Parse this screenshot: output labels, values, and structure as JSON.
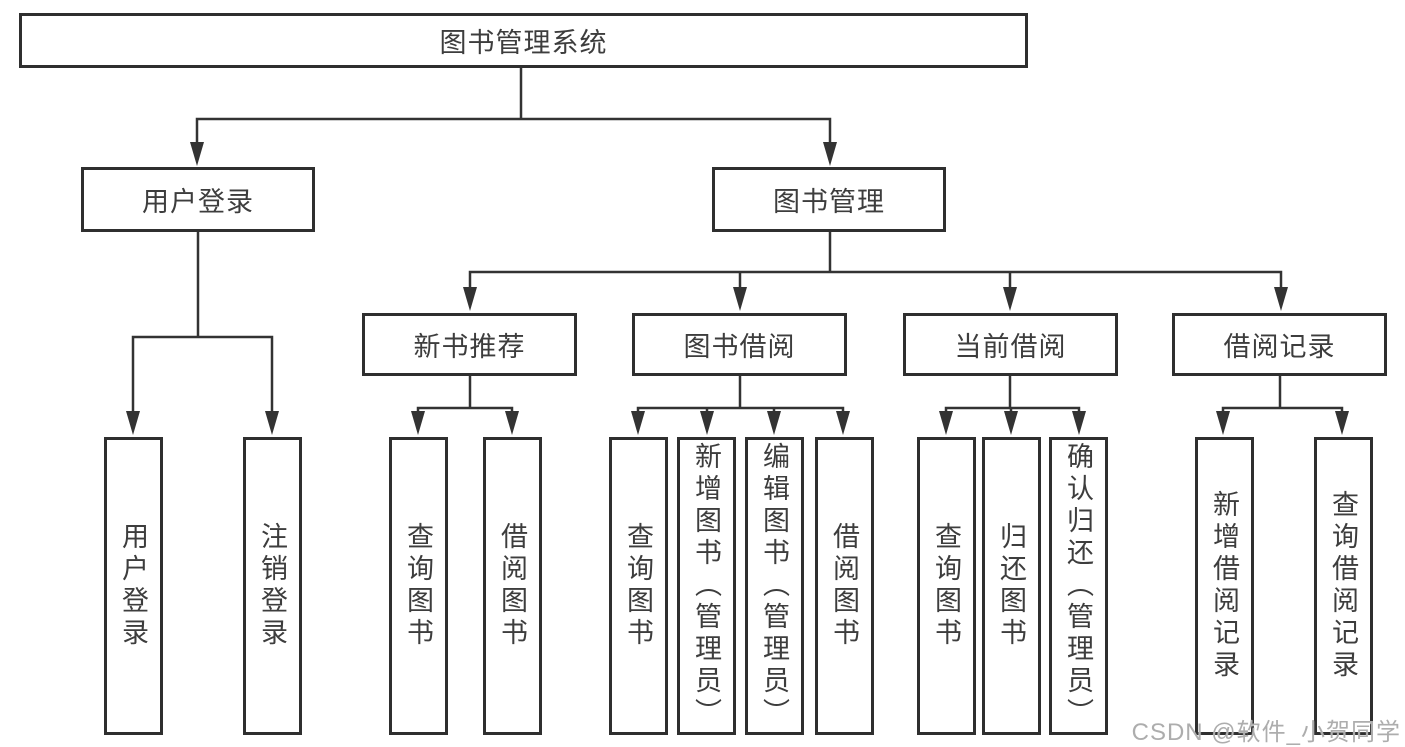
{
  "diagram": {
    "root": {
      "label": "图书管理系统"
    },
    "branches": [
      {
        "label": "用户登录",
        "children": [
          {
            "label": "用户登录"
          },
          {
            "label": "注销登录"
          }
        ]
      },
      {
        "label": "图书管理",
        "children": [
          {
            "label": "新书推荐",
            "children": [
              {
                "label": "查询图书"
              },
              {
                "label": "借阅图书"
              }
            ]
          },
          {
            "label": "图书借阅",
            "children": [
              {
                "label": "查询图书"
              },
              {
                "label": "新增图书（管理员）"
              },
              {
                "label": "编辑图书（管理员）"
              },
              {
                "label": "借阅图书"
              }
            ]
          },
          {
            "label": "当前借阅",
            "children": [
              {
                "label": "查询图书"
              },
              {
                "label": "归还图书"
              },
              {
                "label": "确认归还（管理员）"
              }
            ]
          },
          {
            "label": "借阅记录",
            "children": [
              {
                "label": "新增借阅记录"
              },
              {
                "label": "查询借阅记录"
              }
            ]
          }
        ]
      }
    ]
  },
  "watermark": {
    "text": "CSDN @软件_小贺同学"
  },
  "colors": {
    "line": "#333333",
    "box_border": "#2f2f2f",
    "text": "#3d3d3d",
    "watermark": "#adadad",
    "background": "#ffffff"
  }
}
